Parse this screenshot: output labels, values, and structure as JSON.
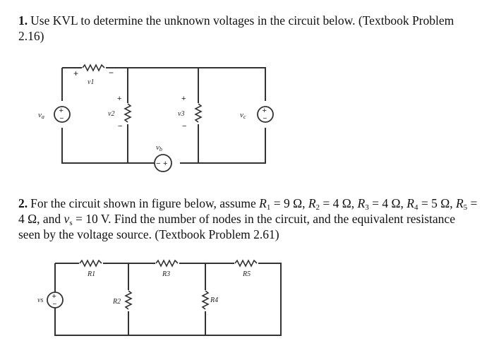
{
  "problem1": {
    "number": "1.",
    "text": "Use KVL to determine the unknown voltages in the circuit below. (Textbook Problem 2.16)",
    "circuit": {
      "labels": {
        "va": "v",
        "va_sub": "a",
        "v1": "v1",
        "v2": "v2",
        "v3": "v3",
        "vb": "v",
        "vb_sub": "b",
        "vc": "v",
        "vc_sub": "c"
      },
      "plus": "+",
      "minus": "−"
    }
  },
  "problem2": {
    "number": "2.",
    "t1": "For the circuit shown in figure below, assume ",
    "r1": "R",
    "r1s": "1",
    "r1v": " = 9 Ω, ",
    "r2": "R",
    "r2s": "2",
    "r2v": " = 4 Ω, ",
    "r3": "R",
    "r3s": "3",
    "r3v": " = 4 Ω, ",
    "r4": "R",
    "r4s": "4",
    "r4v": " = 5 Ω, ",
    "r5": "R",
    "r5s": "5",
    "r5v": " = 4 Ω, and ",
    "vs": "v",
    "vss": "s",
    "vsv": " = 10 V. Find the number of nodes in the circuit, and the equivalent resistance seen by the voltage source. (Textbook Problem 2.61)",
    "circuit": {
      "labels": {
        "R1": "R1",
        "R2": "R2",
        "R3": "R3",
        "R4": "R4",
        "R5": "R5",
        "vs": "vs"
      },
      "plus": "+",
      "minus": "−"
    }
  }
}
